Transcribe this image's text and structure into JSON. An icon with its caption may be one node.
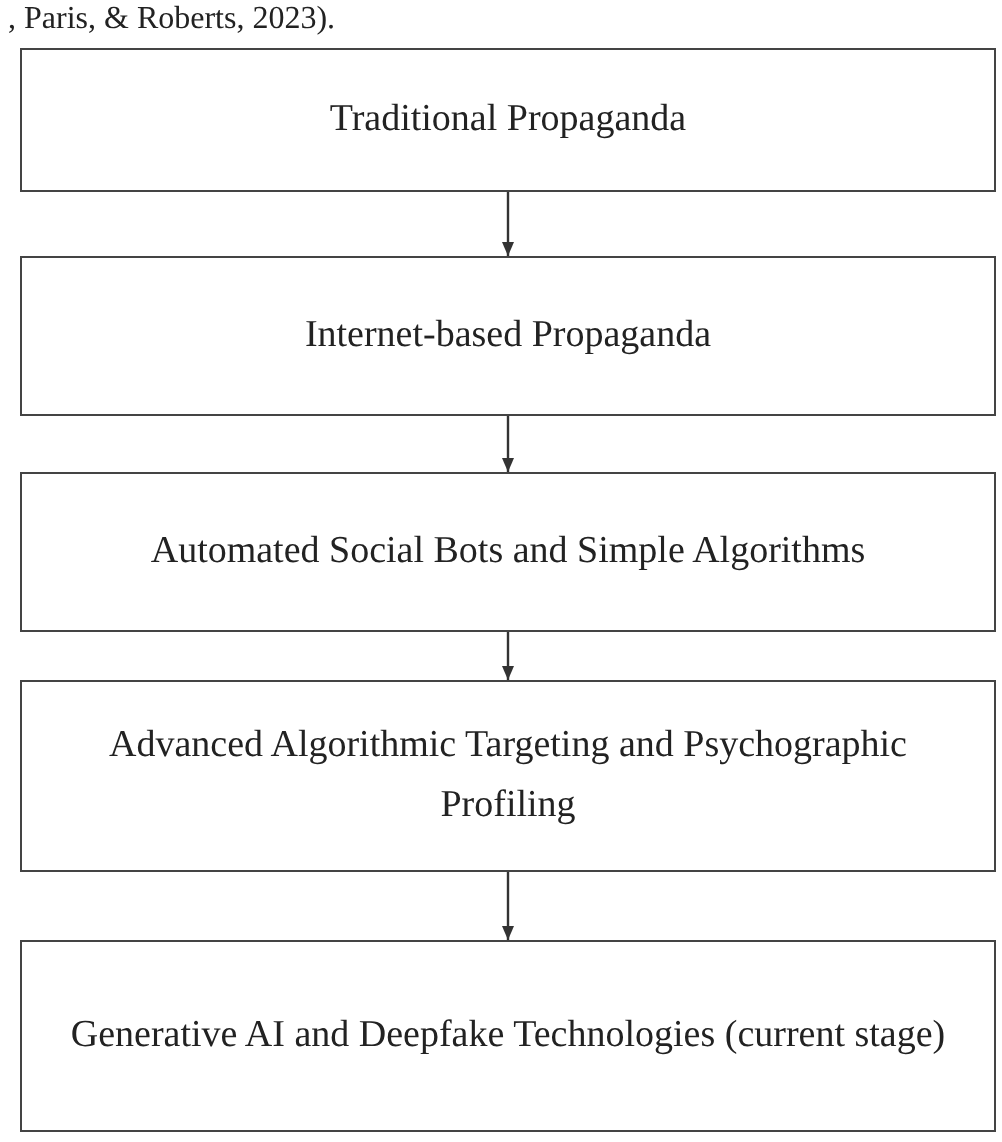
{
  "diagram": {
    "nodes": [
      {
        "text": [
          "Traditional Propaganda"
        ]
      },
      {
        "text": [
          "Internet-based Propaganda"
        ]
      },
      {
        "text": [
          "Automated Social Bots and Simple Algorithms"
        ]
      },
      {
        "text": [
          "Advanced Algorithmic Targeting and Psychographic Profiling"
        ]
      },
      {
        "text": [
          "Generative AI and Deepfake Technologies (current stage)"
        ]
      }
    ],
    "edges": [
      {
        "from": 0,
        "to": 1,
        "arrow": "to"
      },
      {
        "from": 1,
        "to": 2,
        "arrow": "to"
      },
      {
        "from": 2,
        "to": 3,
        "arrow": "to"
      },
      {
        "from": 3,
        "to": 4,
        "arrow": "to"
      }
    ],
    "labels": [
      ", Paris, & Roberts, 2023)."
    ]
  }
}
